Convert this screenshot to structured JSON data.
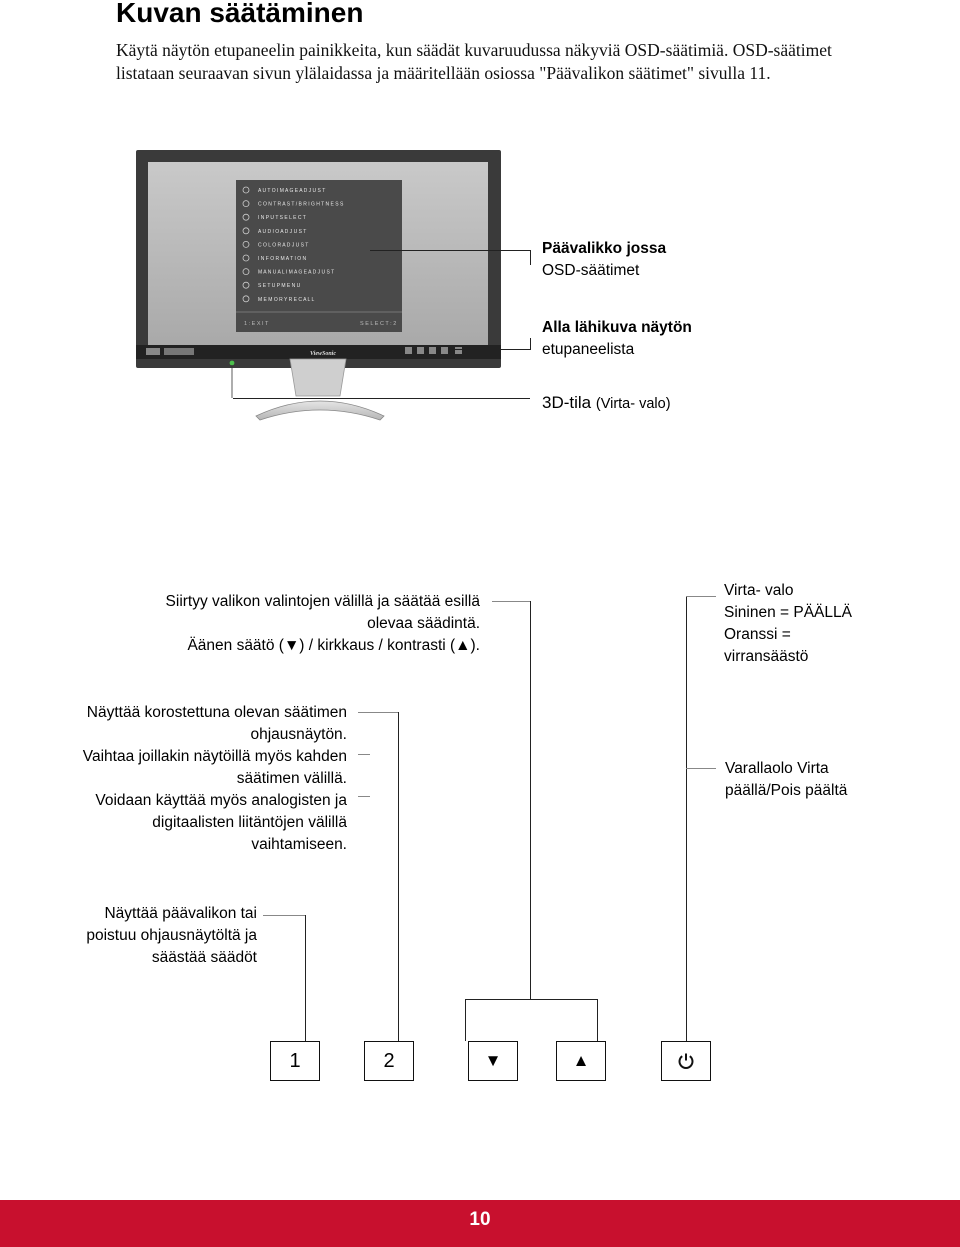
{
  "heading": {
    "title": "Kuvan säätäminen"
  },
  "intro": {
    "text": "Käytä näytön etupaneelin painikkeita, kun säädät kuvaruudussa näkyviä OSD-säätimiä. OSD-säätimet listataan seuraavan sivun ylälaidassa ja määritellään osiossa \"Päävalikon säätimet\" sivulla 11."
  },
  "monitor": {
    "brand": "ViewSonic",
    "osd_menu_items": [
      "A U T O   I M A G E   A D J U S T",
      "C O N T R A S T / B R I G H T N E S S",
      "I N P U T   S E L E C T",
      "A U D I O   A D J U S T",
      "C O L O R   A D J U S T",
      "I N F O R M A T I O N",
      "M A N U A L   I M A G E   A D J U S T",
      "S E T U P   M E N U",
      "M E M O R Y   R E C A L L"
    ],
    "osd_footer_left": "1 : E X I T",
    "osd_footer_right": "S E L E C T : 2"
  },
  "callouts": {
    "main_menu_line1": "Päävalikko jossa",
    "main_menu_line2": "OSD-säätimet",
    "closeup_line1": "Alla lähikuva näytön",
    "closeup_line2": "etupaneelista",
    "mode_3d_main": "3D-tila",
    "mode_3d_sub": "(Virta- valo)"
  },
  "labels": {
    "arrows_line1": "Siirtyy valikon valintojen välillä ja säätää esillä",
    "arrows_line2": "olevaa säädintä.",
    "arrows_line3": "Äänen säätö (▼) / kirkkaus / kontrasti  (▲).",
    "power_light_title": "Virta- valo",
    "power_light_blue": "Sininen = PÄÄLLÄ",
    "power_light_orange_1": "Oranssi =",
    "power_light_orange_2": "virransäästö",
    "btn2_line1": "Näyttää korostettuna olevan säätimen",
    "btn2_line2": "ohjausnäytön.",
    "btn2_line3": "Vaihtaa joillakin näytöillä myös kahden",
    "btn2_line4": "säätimen välillä.",
    "btn2_line5": "Voidaan käyttää myös analogisten ja",
    "btn2_line6": "digitaalisten liitäntöjen välillä",
    "btn2_line7": "vaihtamiseen.",
    "power_btn_line1": "Varallaolo Virta",
    "power_btn_line2": "päällä/Pois päältä",
    "btn1_line1": "Näyttää päävalikon tai",
    "btn1_line2": "poistuu ohjausnäytöltä ja",
    "btn1_line3": "säästää säädöt"
  },
  "buttons": {
    "b1": "1",
    "b2": "2",
    "down_icon": "▼",
    "up_icon": "▲",
    "power_icon": "power-icon"
  },
  "footer": {
    "page_number": "10"
  },
  "colors": {
    "footer_bar": "#c8102e"
  }
}
